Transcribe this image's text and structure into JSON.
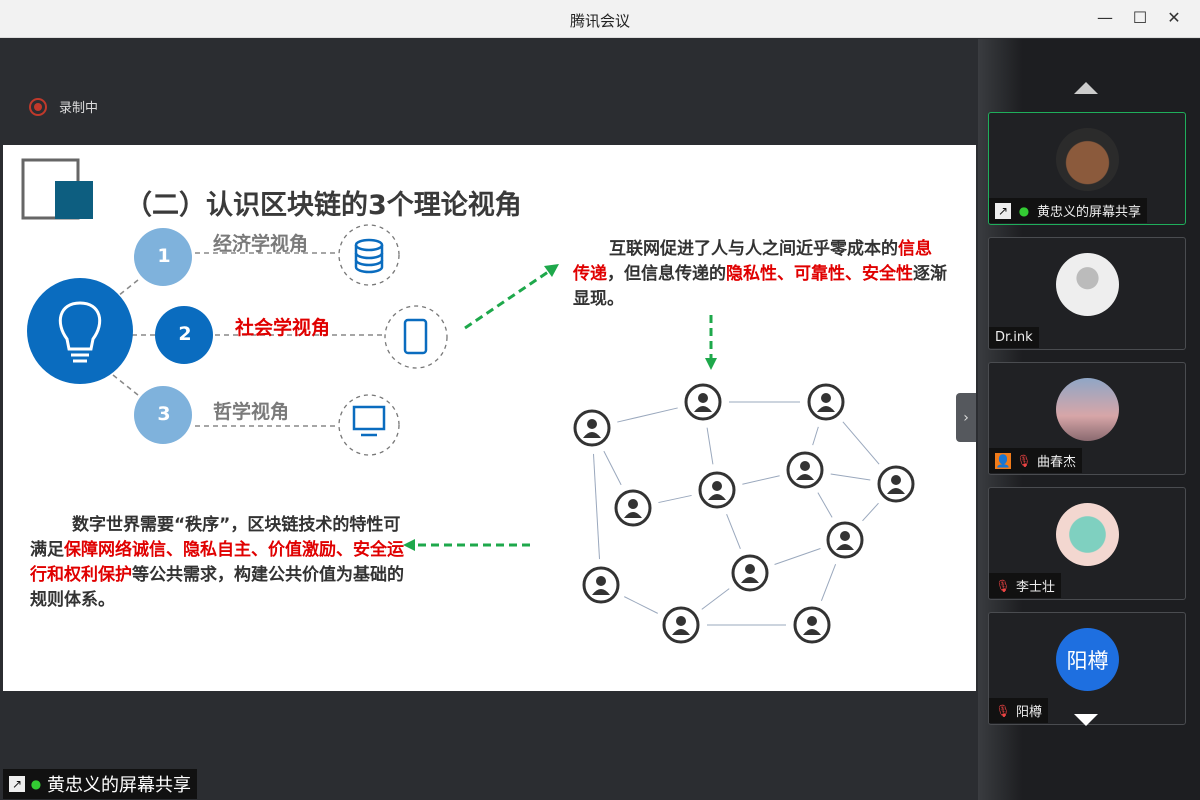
{
  "window": {
    "title": "腾讯会议",
    "minimize": "—",
    "maximize": "☐",
    "close": "✕"
  },
  "recording": {
    "label": "录制中"
  },
  "slide": {
    "title": "（二）认识区块链的3个理论视角",
    "perspectives": [
      {
        "num": "1",
        "label": "经济学视角",
        "icon": "database-icon"
      },
      {
        "num": "2",
        "label": "社会学视角",
        "icon": "tablet-icon"
      },
      {
        "num": "3",
        "label": "哲学视角",
        "icon": "monitor-icon"
      }
    ],
    "right_text": {
      "p1": "互联网促进了人与人之间近乎零成本的",
      "r1": "信息传递",
      "p2": "，但信息传递的",
      "r2": "隐私性、可靠性、安全性",
      "p3": "逐渐显现。"
    },
    "left_text": {
      "p1": "数字世界需要“秩序”，区块链技术的特性可满足",
      "r1": "保障网络诚信、隐私自主、价值激励、安全运行和权利保护",
      "p2": "等公共需求，构建公共价值为基础的规则体系。"
    }
  },
  "participants": [
    {
      "name": "黄忠义的屏幕共享",
      "avatar": "bear-avatar",
      "active": true
    },
    {
      "name": "Dr.ink",
      "avatar": "default-avatar"
    },
    {
      "name": "曲春杰",
      "avatar": "city-avatar"
    },
    {
      "name": "李士壮",
      "avatar": "cartoon-avatar"
    },
    {
      "name": "阳樽",
      "avatar": "阳樽"
    }
  ],
  "expand_icon": "›",
  "share_label": "黄忠义的屏幕共享",
  "colors": {
    "accent": "#0a6cbf",
    "light": "#7fb2dc",
    "red": "#e00000",
    "green": "#1ea84b"
  }
}
